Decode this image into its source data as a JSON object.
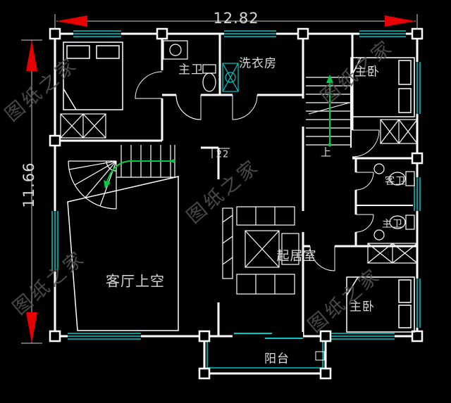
{
  "colors": {
    "background": "#000000",
    "wall": "#ffffff",
    "window": "#00c8c8",
    "dimension_arrow": "#e80000",
    "stair_arrow": "#00cc44",
    "text": "#d9d9d9",
    "watermark": "#575757"
  },
  "dimensions": {
    "width_label": "12.82",
    "height_label": "11.66"
  },
  "labels": {
    "bath_top": "主卫",
    "laundry": "洗衣房",
    "bedroom_top_right": "主卧",
    "stair_up": "上",
    "level_marker": "22",
    "bath_guest": "客卫",
    "bath_master": "主卫",
    "living_room": "起居室",
    "void_over_living": "客厅上空",
    "bedroom_bottom_right": "主卧",
    "balcony": "阳台"
  },
  "watermark": {
    "text": "图纸之家"
  }
}
